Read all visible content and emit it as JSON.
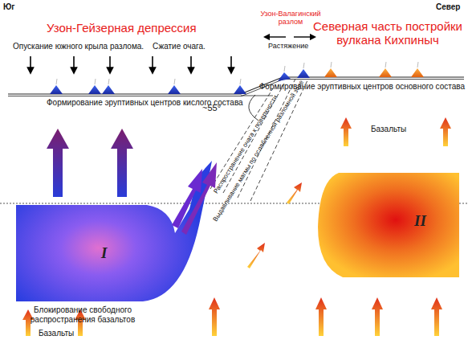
{
  "diagram": {
    "nodes": [
      {
        "text": [
          "I"
        ]
      },
      {
        "text": [
          "II"
        ]
      }
    ],
    "labels": [
      "Юг",
      "Север",
      "Узон-Гейзерная депрессия",
      "Узон-Валагинский разлом",
      "Растяжение",
      "Северная часть постройки вулкана Кихпиныч",
      "Опускание южного крыла разлома.",
      "Сжатие очага.",
      "Формирование эруптивных центров кислого состава",
      "Формирование эруптивных центров основного состава",
      "~55°",
      "Распространение очага к поверхности",
      "Выдавливание магмы по ослабленной разломной зоне",
      "Базальты",
      "Блокирование свободного распространения базальтов",
      "Базальты"
    ]
  }
}
